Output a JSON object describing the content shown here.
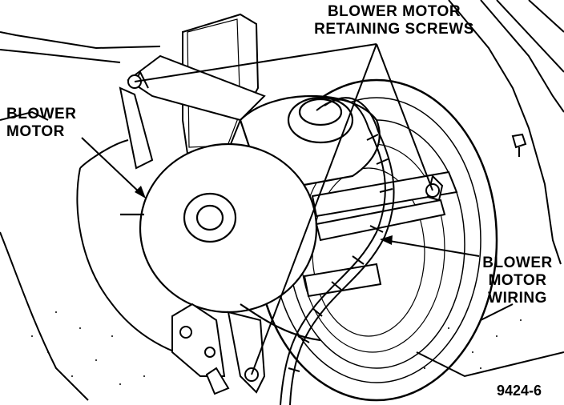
{
  "labels": {
    "screws_line1": "BLOWER MOTOR",
    "screws_line2": "RETAINING SCREWS",
    "motor_line1": "BLOWER",
    "motor_line2": "MOTOR",
    "wiring_line1": "BLOWER",
    "wiring_line2": "MOTOR",
    "wiring_line3": "WIRING"
  },
  "figure_number": "9424-6"
}
